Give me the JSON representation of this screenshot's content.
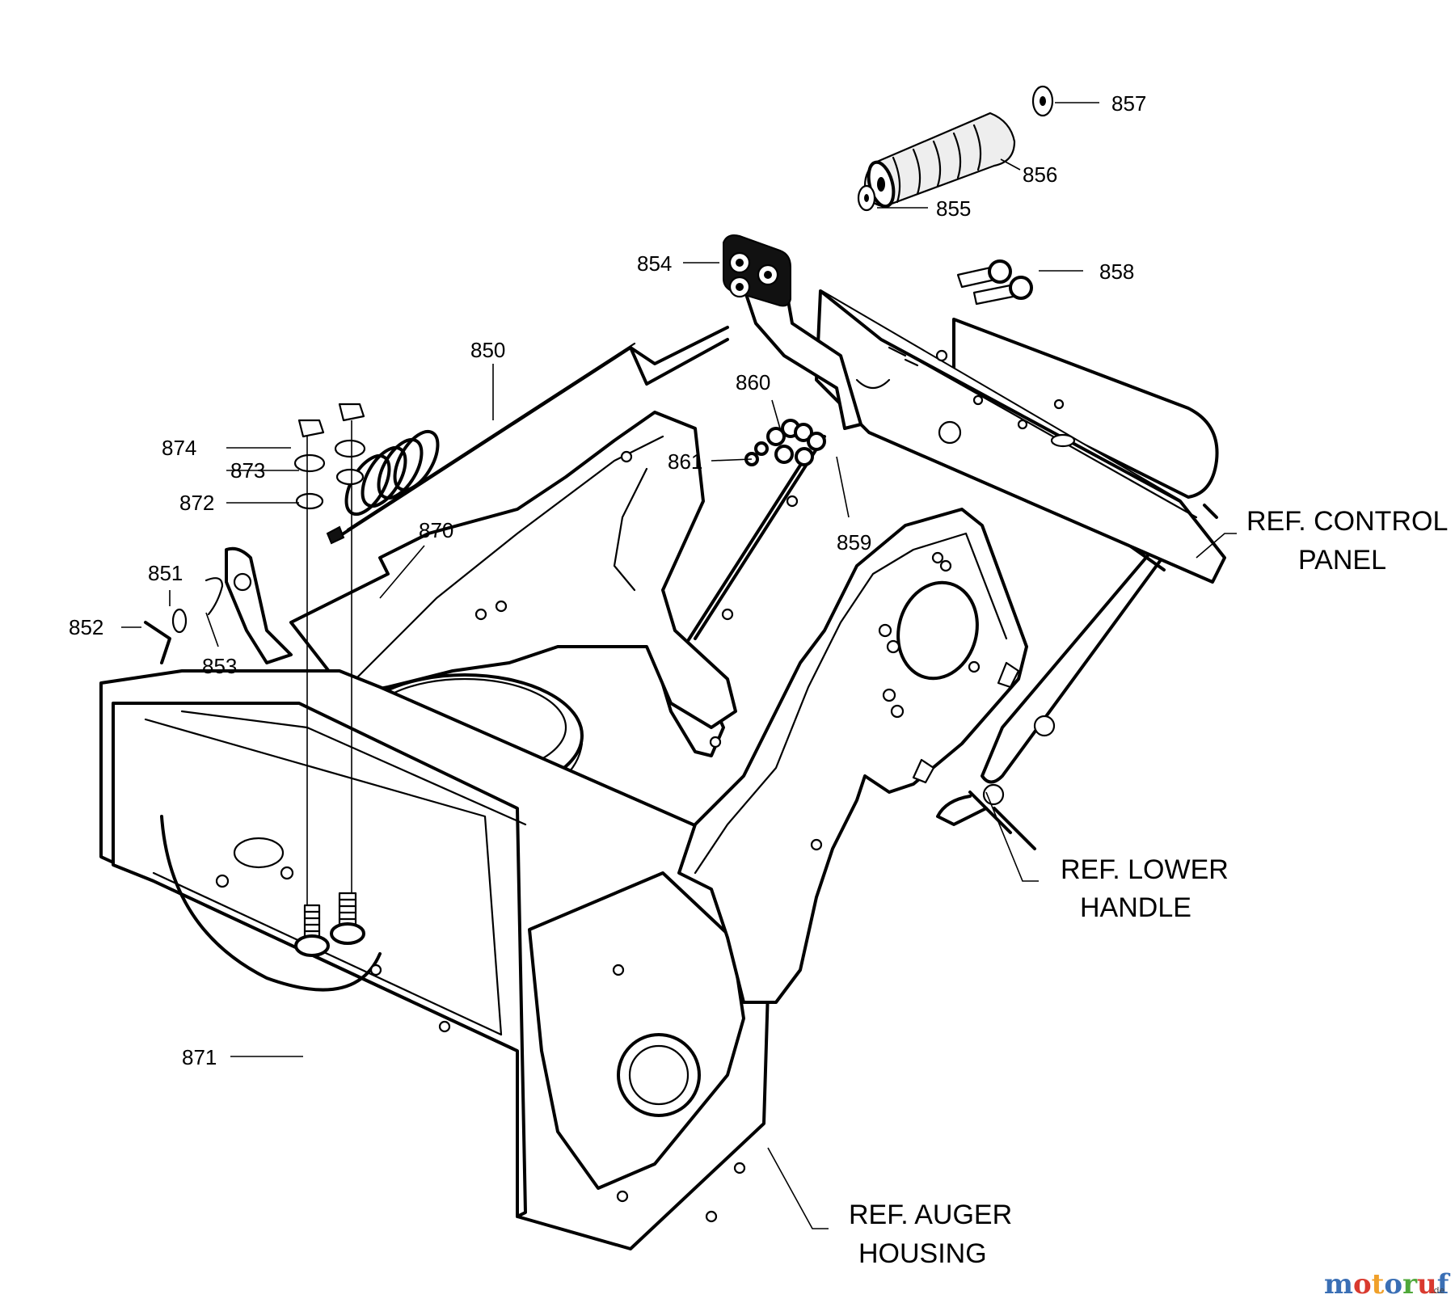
{
  "callouts": {
    "c850": "850",
    "c851": "851",
    "c852": "852",
    "c853": "853",
    "c854": "854",
    "c855": "855",
    "c856": "856",
    "c857": "857",
    "c858": "858",
    "c859": "859",
    "c860": "860",
    "c861": "861",
    "c870": "870",
    "c871": "871",
    "c872": "872",
    "c873": "873",
    "c874": "874"
  },
  "references": {
    "control_panel": [
      "REF. CONTROL",
      "PANEL"
    ],
    "lower_handle": [
      "REF. LOWER",
      "HANDLE"
    ],
    "auger_housing": [
      "REF. AUGER",
      "HOUSING"
    ]
  },
  "watermark": {
    "text": "motoruf",
    "suffix": ".de",
    "colors": [
      "#3a6fb5",
      "#d93a2f",
      "#f0a02a",
      "#3a6fb5",
      "#4fa83a",
      "#d93a2f",
      "#3a6fb5"
    ]
  }
}
